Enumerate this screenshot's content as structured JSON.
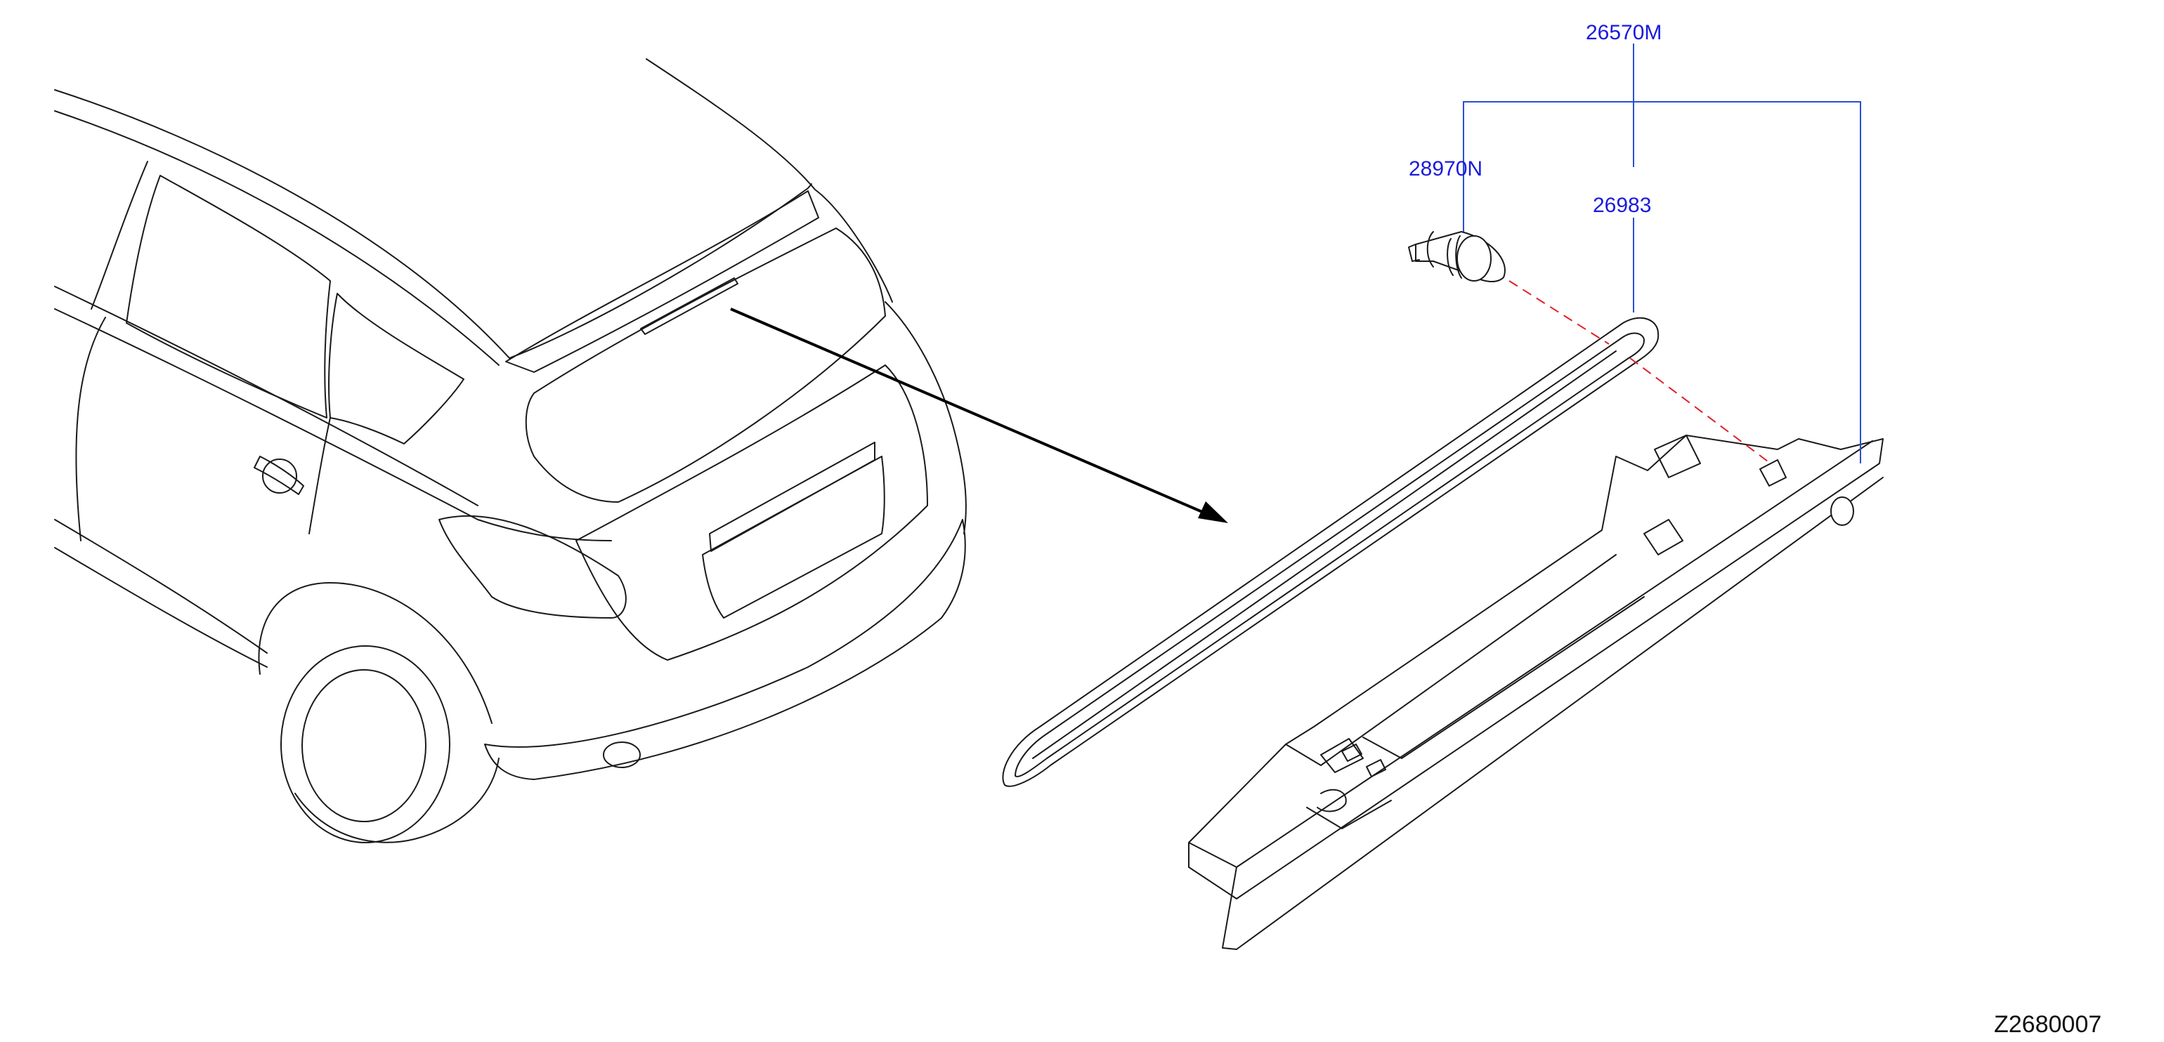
{
  "diagram": {
    "part_labels": {
      "assembly": "26570M",
      "grommet": "28970N",
      "lens": "26983"
    },
    "figure_code": "Z2680007",
    "colors": {
      "label_text": "#1a1adf",
      "leader_line": "#2a4fd0",
      "center_line": "#e0202a",
      "line_art": "#1a1a1a"
    }
  }
}
